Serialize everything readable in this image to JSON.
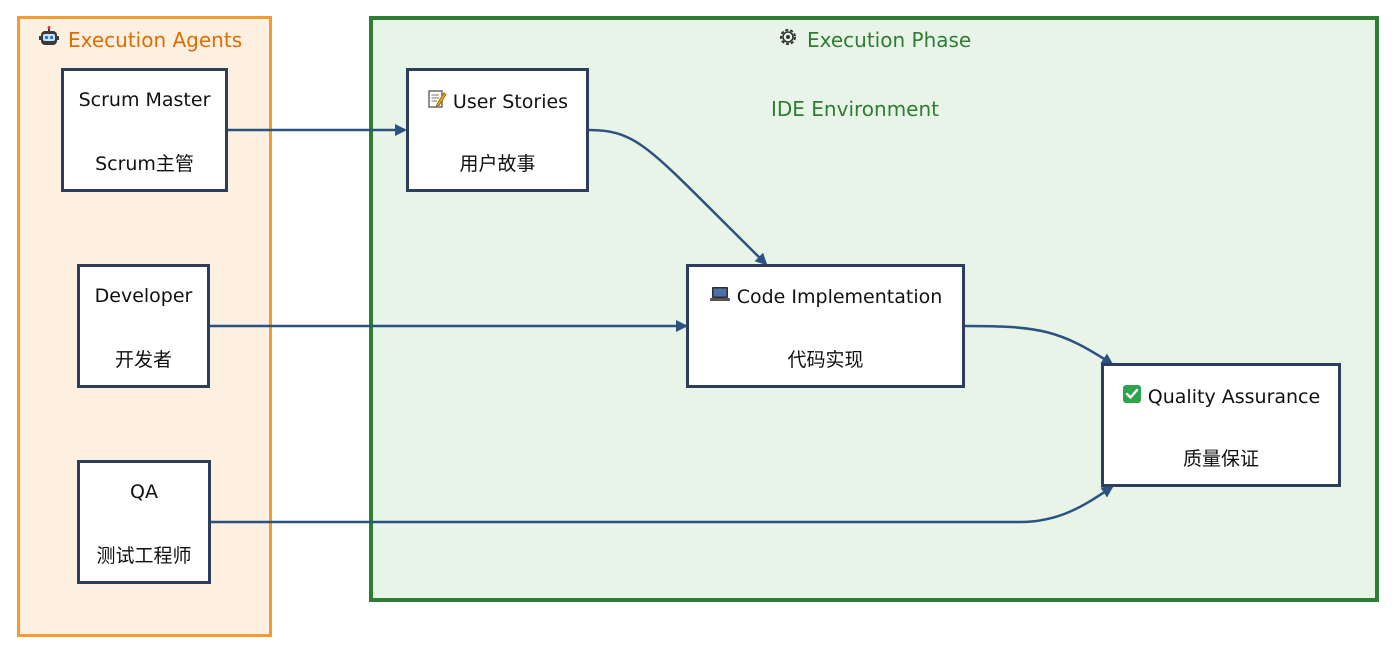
{
  "clusters": {
    "agents": {
      "title": "Execution Agents",
      "icon": "robot-icon"
    },
    "phase": {
      "title": "Execution Phase",
      "icon": "gear-icon",
      "sublabel": "IDE Environment"
    }
  },
  "nodes": {
    "scrum_master": {
      "line1": "Scrum Master",
      "line2": "Scrum主管"
    },
    "developer": {
      "line1": "Developer",
      "line2": "开发者"
    },
    "qa": {
      "line1": "QA",
      "line2": "测试工程师"
    },
    "user_stories": {
      "icon": "memo-icon",
      "line1": "User Stories",
      "line2": "用户故事"
    },
    "code_impl": {
      "icon": "laptop-icon",
      "line1": "Code Implementation",
      "line2": "代码实现"
    },
    "quality": {
      "icon": "check-icon",
      "line1": "Quality Assurance",
      "line2": "质量保证"
    }
  },
  "edges": [
    {
      "from": "Scrum Master",
      "to": "User Stories"
    },
    {
      "from": "User Stories",
      "to": "Code Implementation"
    },
    {
      "from": "Developer",
      "to": "Code Implementation"
    },
    {
      "from": "Code Implementation",
      "to": "Quality Assurance"
    },
    {
      "from": "QA",
      "to": "Quality Assurance"
    }
  ],
  "colors": {
    "agents_fill": "#fdf0e1",
    "agents_border": "#f39c34",
    "agents_title": "#e06c00",
    "phase_fill": "#e8f4e8",
    "phase_border": "#2f7d32",
    "node_border": "#2c3e5c",
    "edge": "#2c5282"
  }
}
